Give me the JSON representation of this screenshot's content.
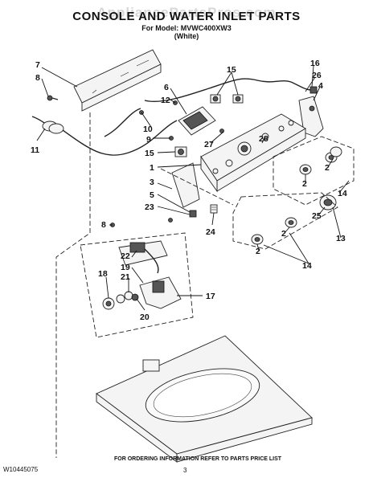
{
  "header": {
    "watermark": "AppliancePartsPros.com",
    "title": "CONSOLE AND WATER INLET PARTS",
    "model_line": "For Model: MVWC400XW3",
    "color_line": "(White)"
  },
  "callouts": [
    {
      "id": "c7",
      "text": "7"
    },
    {
      "id": "c8a",
      "text": "8"
    },
    {
      "id": "c11",
      "text": "11"
    },
    {
      "id": "c6",
      "text": "6"
    },
    {
      "id": "c12",
      "text": "12"
    },
    {
      "id": "c10",
      "text": "10"
    },
    {
      "id": "c9",
      "text": "9"
    },
    {
      "id": "c15a",
      "text": "15"
    },
    {
      "id": "c15b",
      "text": "15"
    },
    {
      "id": "c16",
      "text": "16"
    },
    {
      "id": "c26",
      "text": "26"
    },
    {
      "id": "c4",
      "text": "4"
    },
    {
      "id": "c27",
      "text": "27"
    },
    {
      "id": "c28",
      "text": "28"
    },
    {
      "id": "c1",
      "text": "1"
    },
    {
      "id": "c3",
      "text": "3"
    },
    {
      "id": "c5",
      "text": "5"
    },
    {
      "id": "c23",
      "text": "23"
    },
    {
      "id": "c24",
      "text": "24"
    },
    {
      "id": "c2a",
      "text": "2"
    },
    {
      "id": "c2b",
      "text": "2"
    },
    {
      "id": "c14a",
      "text": "14"
    },
    {
      "id": "c25",
      "text": "25"
    },
    {
      "id": "c2c",
      "text": "2"
    },
    {
      "id": "c13",
      "text": "13"
    },
    {
      "id": "c2d",
      "text": "2"
    },
    {
      "id": "c14b",
      "text": "14"
    },
    {
      "id": "c8b",
      "text": "8"
    },
    {
      "id": "c22",
      "text": "22"
    },
    {
      "id": "c19",
      "text": "19"
    },
    {
      "id": "c18",
      "text": "18"
    },
    {
      "id": "c21",
      "text": "21"
    },
    {
      "id": "c20",
      "text": "20"
    },
    {
      "id": "c17",
      "text": "17"
    }
  ],
  "footer": {
    "doc_number": "W10445075",
    "page_number": "3",
    "ordering_note": "FOR ORDERING INFORMATION REFER TO PARTS PRICE LIST"
  }
}
